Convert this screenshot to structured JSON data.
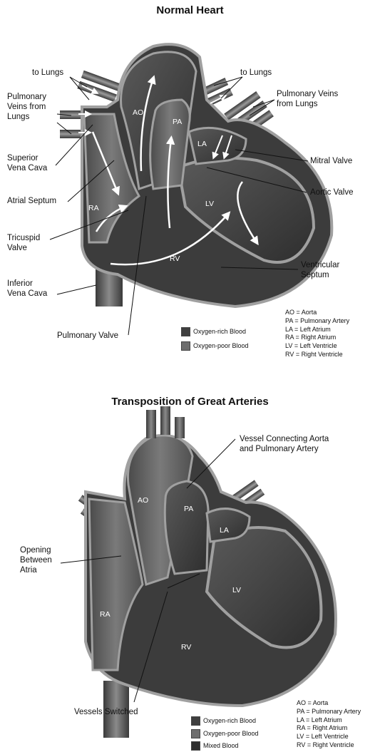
{
  "normal": {
    "title": "Normal Heart",
    "labels": {
      "to_lungs_left": "to Lungs",
      "to_lungs_right": "to Lungs",
      "pulm_veins_left_1": "Pulmonary",
      "pulm_veins_left_2": "Veins from",
      "pulm_veins_left_3": "Lungs",
      "pulm_veins_right_1": "Pulmonary Veins",
      "pulm_veins_right_2": "from Lungs",
      "svc_1": "Superior",
      "svc_2": "Vena Cava",
      "atrial_septum": "Atrial Septum",
      "mitral_valve": "Mitral Valve",
      "aortic_valve": "Aortic Valve",
      "tricuspid_1": "Tricuspid",
      "tricuspid_2": "Valve",
      "vent_septum_1": "Ventricular",
      "vent_septum_2": "Septum",
      "ivc_1": "Inferior",
      "ivc_2": "Vena Cava",
      "pulmonary_valve": "Pulmonary Valve"
    },
    "inner": {
      "ao": "AO",
      "pa": "PA",
      "la": "LA",
      "ra": "RA",
      "lv": "LV",
      "rv": "RV"
    },
    "legend": {
      "rich": "Oxygen-rich Blood",
      "poor": "Oxygen-poor Blood"
    },
    "abbreviations": [
      "AO = Aorta",
      "PA = Pulmonary Artery",
      "LA = Left Atrium",
      "RA = Right Atrium",
      "LV = Left Ventricle",
      "RV = Right Ventricle"
    ]
  },
  "tga": {
    "title": "Transposition of Great Arteries",
    "labels": {
      "vessel_connecting_1": "Vessel Connecting Aorta",
      "vessel_connecting_2": "and Pulmonary Artery",
      "opening_1": "Opening",
      "opening_2": "Between",
      "opening_3": "Atria",
      "vessels_switched": "Vessels Switched"
    },
    "inner": {
      "ao": "AO",
      "pa": "PA",
      "la": "LA",
      "ra": "RA",
      "lv": "LV",
      "rv": "RV"
    },
    "legend": {
      "rich": "Oxygen-rich Blood",
      "poor": "Oxygen-poor Blood",
      "mixed": "Mixed Blood"
    },
    "abbreviations": [
      "AO = Aorta",
      "PA = Pulmonary Artery",
      "LA = Left Atrium",
      "RA = Right Atrium",
      "LV = Left Ventricle",
      "RV = Right Ventricle"
    ]
  },
  "colors": {
    "oxygen_rich": "#4a4a4a",
    "oxygen_poor": "#6e6e6e",
    "mixed": "#3a3a3a",
    "outline": "#9a9a9a",
    "background": "#ffffff"
  }
}
